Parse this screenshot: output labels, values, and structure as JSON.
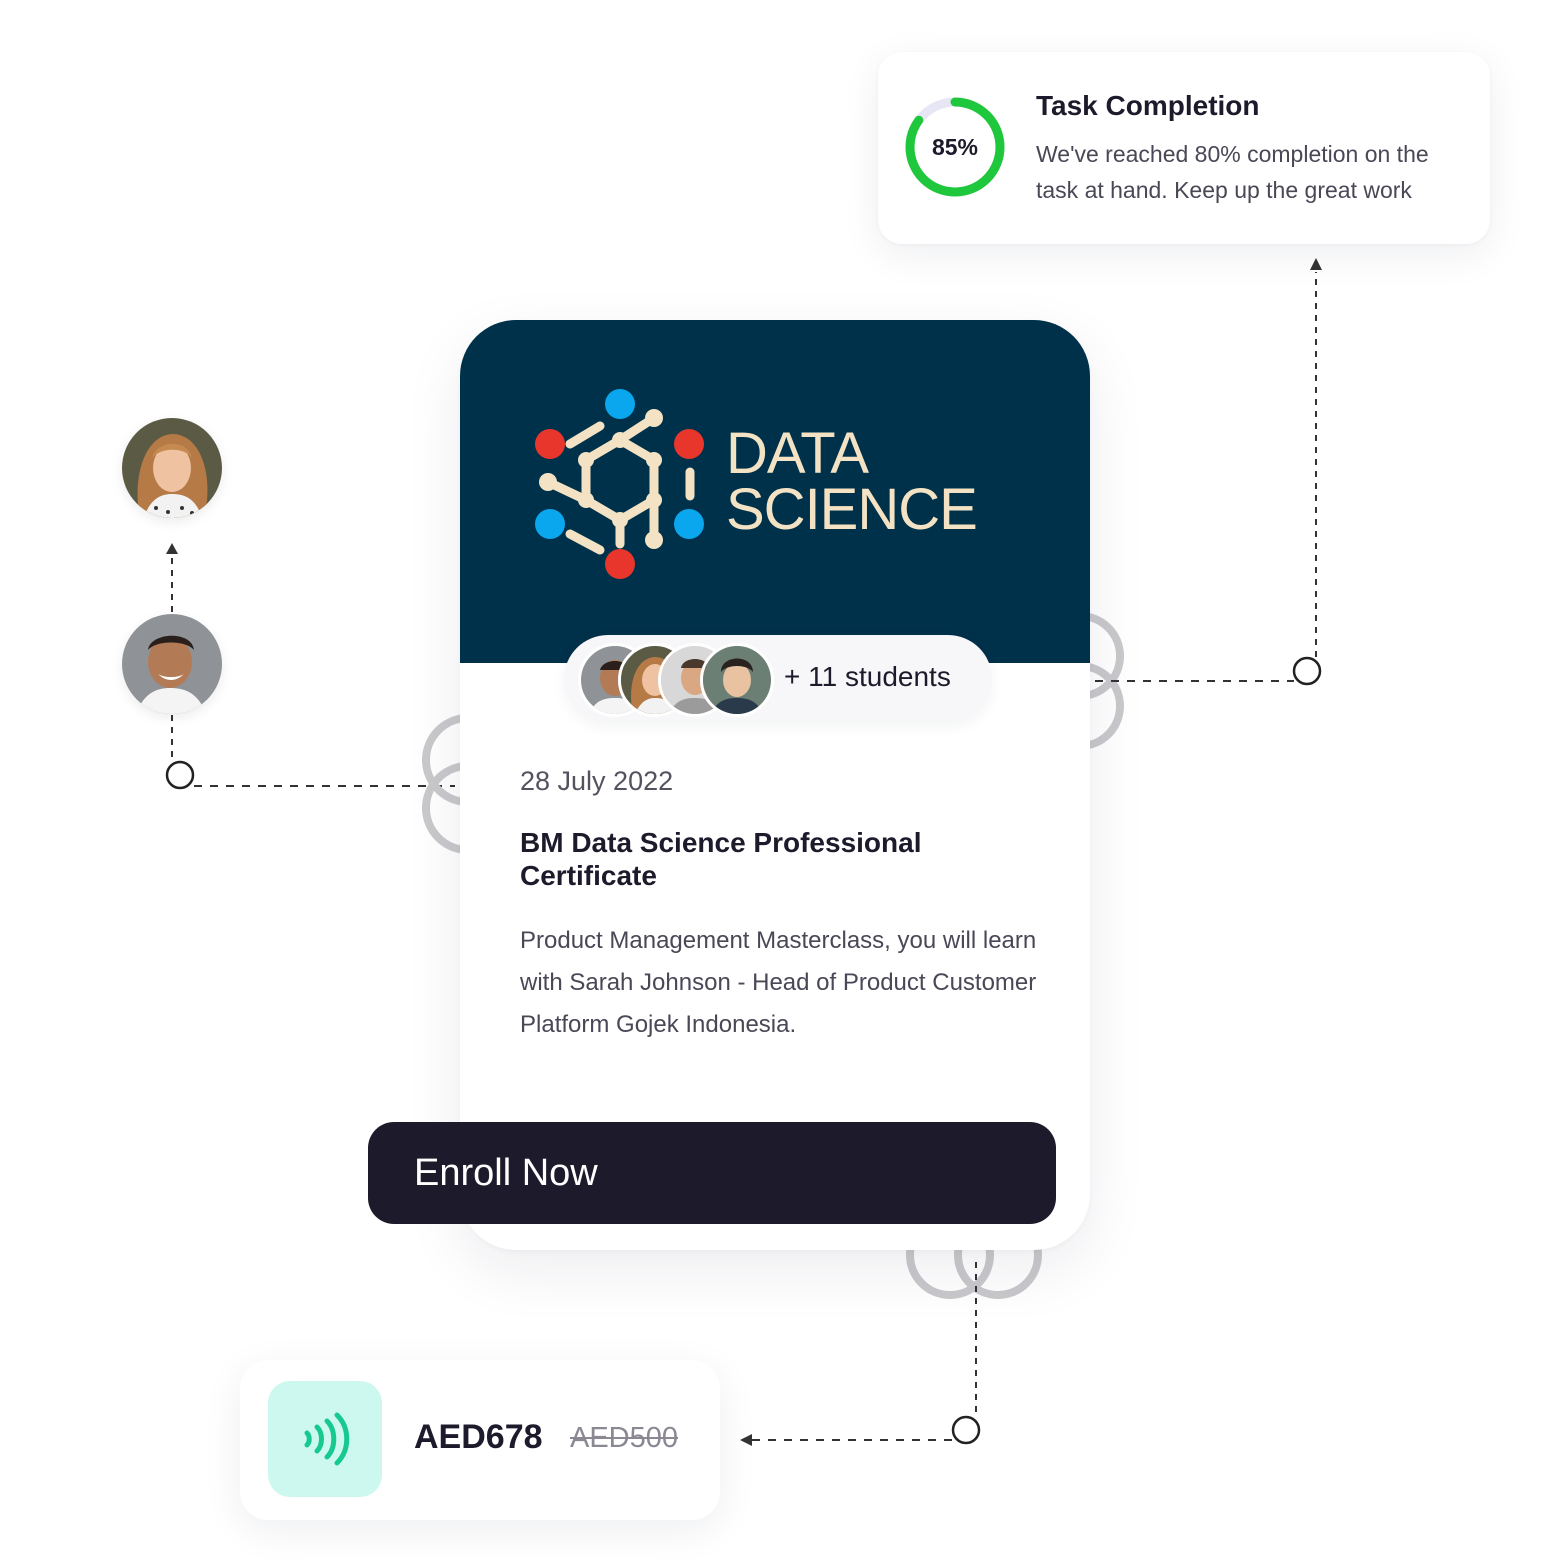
{
  "task": {
    "percent_label": "85%",
    "percent": 85,
    "title": "Task Completion",
    "description": "We've reached 80% completion on the task at hand. Keep up the great work"
  },
  "course": {
    "logo_line1": "DATA",
    "logo_line2": "SCIENCE",
    "students_label": "+  11 students",
    "date": "28 July 2022",
    "title": "BM Data Science Professional Certificate",
    "description": "Product Management Masterclass, you will learn with Sarah Johnson - Head of Product Customer Platform Gojek Indonesia.",
    "enroll_label": "Enroll Now"
  },
  "price": {
    "current": "AED678",
    "original": "AED500"
  },
  "colors": {
    "header_navy": "#00314a",
    "logo_cream": "#f3e3c4",
    "progress_green": "#1ec73b",
    "button_dark": "#1d1a2b",
    "nfc_mint": "#cdf8ef",
    "nfc_icon": "#16c98f"
  }
}
